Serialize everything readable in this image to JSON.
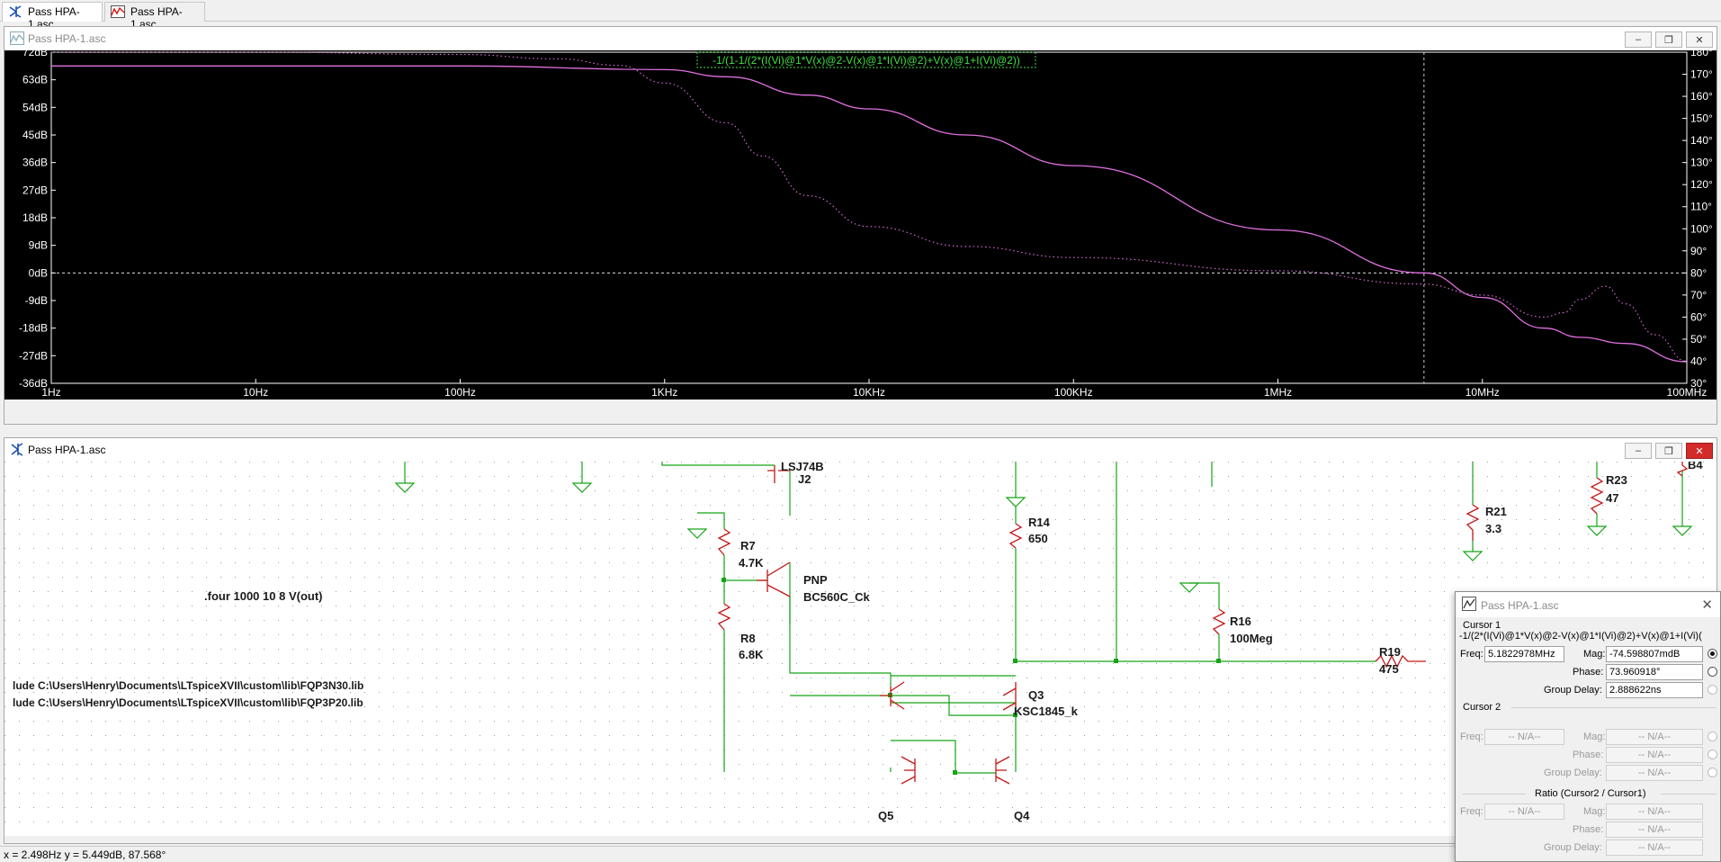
{
  "tabs": [
    {
      "label": "Pass HPA-1.asc",
      "icon": "schematic-icon",
      "active": true
    },
    {
      "label": "Pass HPA-1.asc",
      "icon": "waveform-icon",
      "active": false
    }
  ],
  "plot_window": {
    "title": "Pass HPA-1.asc",
    "trace_expression": "-1/(1-1/(2*(I(Vi)@1*V(x)@2-V(x)@1*I(Vi)@2)+V(x)@1+I(Vi)@2))",
    "trace_color": "#e070e0",
    "background": "#000000",
    "grid_color": "#ffffff"
  },
  "chart_data": {
    "type": "line",
    "x_scale": "log",
    "x_ticks": [
      "1Hz",
      "10Hz",
      "100Hz",
      "1KHz",
      "10KHz",
      "100KHz",
      "1MHz",
      "10MHz",
      "100MHz"
    ],
    "x_tick_values": [
      1,
      10,
      100,
      1000,
      10000,
      100000,
      1000000,
      10000000,
      100000000
    ],
    "y_left_ticks": [
      "72dB",
      "63dB",
      "54dB",
      "45dB",
      "36dB",
      "27dB",
      "18dB",
      "9dB",
      "0dB",
      "-9dB",
      "-18dB",
      "-27dB",
      "-36dB"
    ],
    "y_left_values": [
      72,
      63,
      54,
      45,
      36,
      27,
      18,
      9,
      0,
      -9,
      -18,
      -27,
      -36
    ],
    "y_right_ticks": [
      "180°",
      "170°",
      "160°",
      "150°",
      "140°",
      "130°",
      "120°",
      "110°",
      "100°",
      "90°",
      "80°",
      "70°",
      "60°",
      "50°",
      "40°",
      "30°"
    ],
    "y_right_values": [
      180,
      170,
      160,
      150,
      140,
      130,
      120,
      110,
      100,
      90,
      80,
      70,
      60,
      50,
      40,
      30
    ],
    "ylim_left": [
      -36,
      72
    ],
    "ylim_right": [
      30,
      180
    ],
    "cursor_freq": 5182297.8,
    "series": [
      {
        "name": "magnitude",
        "axis": "left",
        "style": "solid",
        "x": [
          1,
          100,
          1000,
          2000,
          5000,
          10000,
          30000,
          100000,
          1000000,
          5182297.8,
          10000000,
          20000000,
          30000000,
          50000000,
          100000000
        ],
        "y": [
          67.5,
          67.5,
          66.3,
          64,
          58,
          53.5,
          45,
          35,
          14,
          0,
          -8,
          -18,
          -21,
          -23,
          -29
        ]
      },
      {
        "name": "phase",
        "axis": "right",
        "style": "dotted",
        "x": [
          1,
          10,
          100,
          300,
          600,
          1000,
          2000,
          3000,
          5000,
          10000,
          30000,
          100000,
          1000000,
          5000000,
          10000000,
          20000000,
          25000000,
          30000000,
          40000000,
          50000000,
          70000000,
          100000000
        ],
        "y": [
          180,
          180,
          179,
          177,
          174,
          166,
          148,
          133,
          115,
          101,
          92,
          87,
          81,
          75,
          70,
          60,
          62,
          68,
          74,
          66,
          52,
          40
        ]
      }
    ]
  },
  "schematic_window": {
    "title": "Pass HPA-1.asc",
    "directive_four": ".four 1000 10 8 V(out)",
    "include_1": "lude C:\\Users\\Henry\\Documents\\LTspiceXVII\\custom\\lib\\FQP3N30.lib",
    "include_2": "lude C:\\Users\\Henry\\Documents\\LTspiceXVII\\custom\\lib\\FQP3P20.lib",
    "labels": {
      "lsj": "LSJ74B",
      "j2": "J2",
      "r7": "R7",
      "r7v": "4.7K",
      "r8": "R8",
      "r8v": "6.8K",
      "pnp": "PNP",
      "pnpv": "BC560C_Ck",
      "r14": "R14",
      "r14v": "650",
      "q3": "Q3",
      "q3v": "KSC1845_k",
      "q5": "Q5",
      "q4": "Q4",
      "r16": "R16",
      "r16v": "100Meg",
      "r19": "R19",
      "r19v": "475",
      "r21": "R21",
      "r21v": "3.3",
      "r23": "R23",
      "r23v": "47",
      "b4": "B4"
    }
  },
  "status": {
    "text": "x = 2.498Hz    y = 5.449dB, 87.568°"
  },
  "cursor_dialog": {
    "title": "Pass HPA-1.asc",
    "cursor1_heading": "Cursor 1",
    "cursor1_expr": "-1/(2*(I(Vi)@1*V(x)@2-V(x)@1*I(Vi)@2)+V(x)@1+I(Vi)(",
    "freq_label": "Freq:",
    "freq_value": "5.1822978MHz",
    "mag_label": "Mag:",
    "mag_value": "-74.598807mdB",
    "phase_label": "Phase:",
    "phase_value": "73.960918°",
    "gd_label": "Group Delay:",
    "gd_value": "2.888622ns",
    "cursor2_heading": "Cursor 2",
    "na": "-- N/A--",
    "ratio_heading": "Ratio (Cursor2 / Cursor1)"
  }
}
